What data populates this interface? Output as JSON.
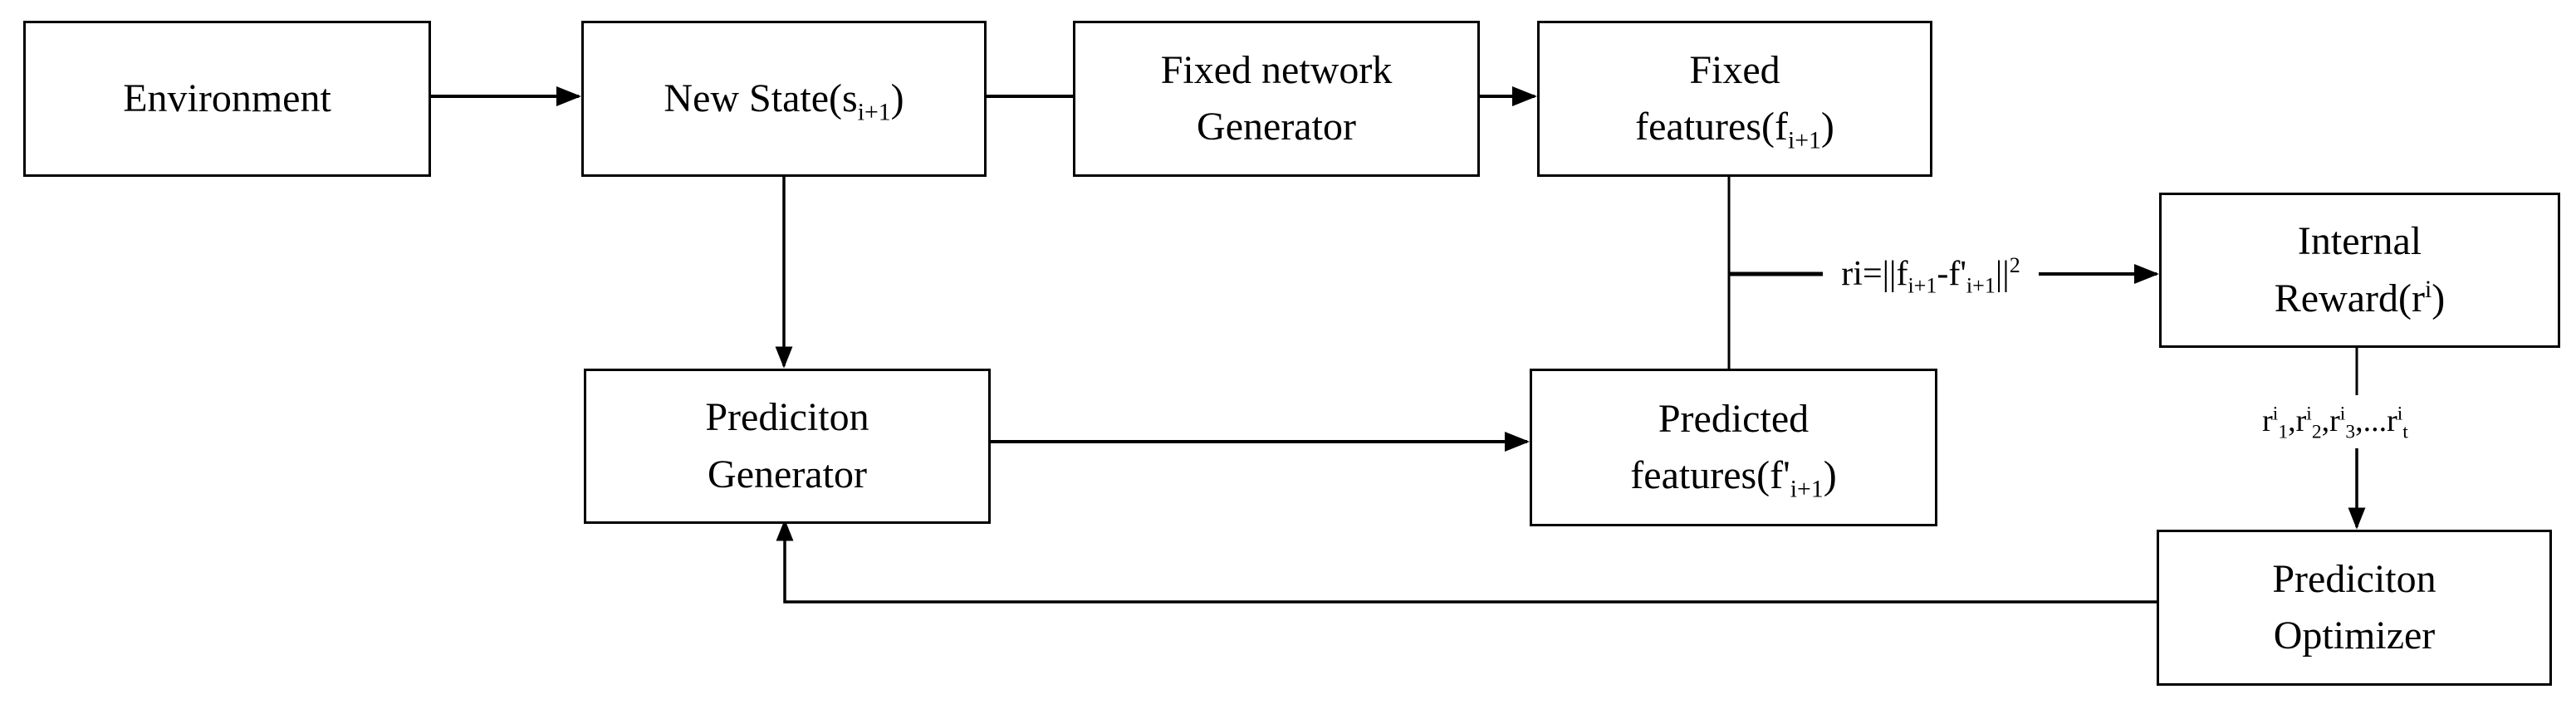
{
  "boxes": {
    "environment": {
      "line1": "Environment"
    },
    "new_state": {
      "pre": "New State(s",
      "sub": "i+1",
      "post": ")"
    },
    "fixed_network_generator": {
      "line1": "Fixed network",
      "line2": "Generator"
    },
    "fixed_features": {
      "line1": "Fixed",
      "line2_pre": "features(f",
      "line2_sub": "i+1",
      "line2_post": ")"
    },
    "internal_reward": {
      "line1": "Internal",
      "line2_pre": "Reward(r",
      "line2_sup": "i",
      "line2_post": ")"
    },
    "prediction_generator": {
      "line1": "Prediciton",
      "line2": "Generator"
    },
    "predicted_features": {
      "line1": "Predicted",
      "line2_pre": "features(f'",
      "line2_sub": "i+1",
      "line2_post": ")"
    },
    "prediction_optimizer": {
      "line1": "Prediciton",
      "line2": "Optimizer"
    }
  },
  "labels": {
    "formula": [
      "ri=||f",
      "i+1",
      "-f'",
      "i+1",
      "||",
      "2"
    ],
    "sequence": [
      "r",
      "i",
      "1",
      ",r",
      "i",
      "2",
      ",r",
      "i",
      "3",
      ",...r",
      "i",
      "t"
    ]
  },
  "colors": {
    "line": "#000000",
    "text": "#000000",
    "box_border": "#000000",
    "background": "#ffffff"
  }
}
